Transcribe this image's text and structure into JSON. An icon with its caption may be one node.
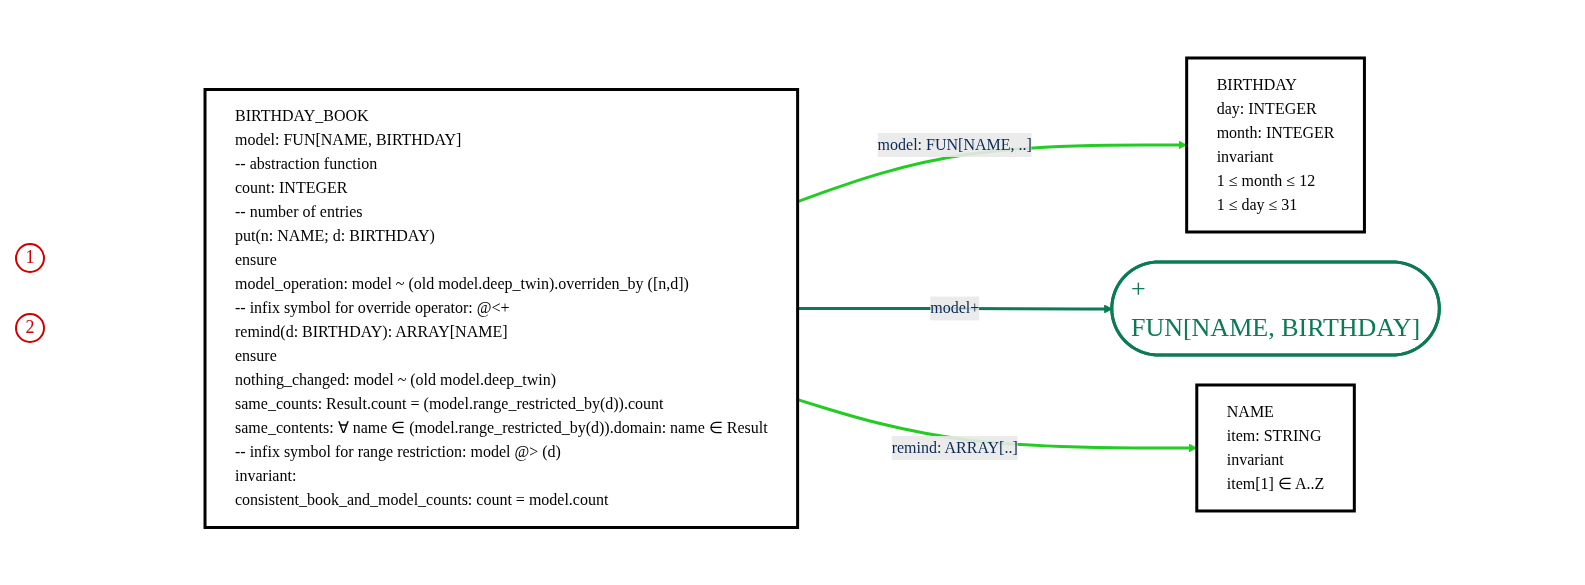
{
  "diagram": {
    "nodes": [
      {
        "text": [
          "BIRTHDAY_BOOK",
          "model: FUN[NAME, BIRTHDAY]",
          "-- abstraction function",
          "count: INTEGER",
          "-- number of entries",
          "put(n: NAME; d: BIRTHDAY)",
          "ensure",
          "model_operation: model ~ (old model.deep_twin).overriden_by ([n,d])",
          "-- infix symbol for override operator: @<+",
          "remind(d: BIRTHDAY): ARRAY[NAME]",
          "ensure",
          "nothing_changed: model ~ (old model.deep_twin)",
          "same_counts: Result.count = (model.range_restricted_by(d)).count",
          "same_contents: ∀ name ∈ (model.range_restricted_by(d)).domain: name ∈ Result",
          "-- infix symbol for range restriction: model @> (d)",
          "invariant:",
          "consistent_book_and_model_counts: count = model.count"
        ]
      },
      {
        "text": [
          "BIRTHDAY",
          "day: INTEGER",
          "month: INTEGER",
          "invariant",
          "1 ≤ month ≤ 12",
          "1 ≤ day ≤ 31"
        ]
      },
      {
        "text": [
          "+",
          "FUN[NAME, BIRTHDAY]"
        ]
      },
      {
        "text": [
          "NAME",
          "item: STRING",
          "invariant",
          "item[1] ∈ A..Z"
        ]
      }
    ],
    "edges": [
      {
        "from": 0,
        "to": 1,
        "arrow": "to",
        "label": "model: FUN[NAME, ..]"
      },
      {
        "from": 0,
        "to": 2,
        "arrow": "to",
        "label": "model+",
        "color": "#0b7a55"
      },
      {
        "from": 0,
        "to": 3,
        "arrow": "to",
        "label": "remind: ARRAY[..]"
      }
    ],
    "labels": [
      "1",
      "2"
    ]
  }
}
